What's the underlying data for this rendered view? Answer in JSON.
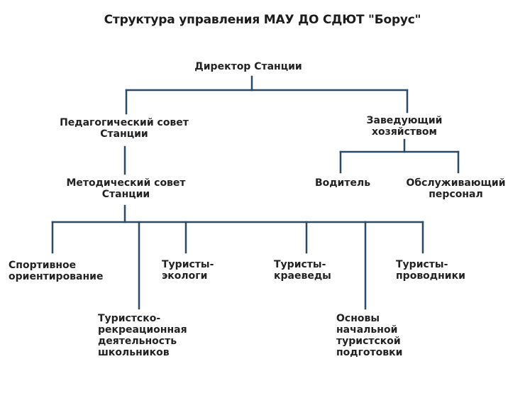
{
  "title": "Структура управления МАУ ДО СДЮТ \"Борус\"",
  "colors": {
    "line": "#2a4a66",
    "text": "#222222"
  },
  "nodes": {
    "director": "Директор Станции",
    "pedagogical_council": "Педагогический  совет\nСтанции",
    "facility_manager": "Заведующий\nхозяйством",
    "methodical_council": "Методический совет\nСтанции",
    "driver": "Водитель",
    "service_staff": "Обслуживающий\nперсонал",
    "sport_orienteering": "Спортивное\nориентирование",
    "tourist_recreation": "Туристско-\nрекреационная\nдеятельность\nшкольников",
    "tourist_ecologists": "Туристы-\nэкологи",
    "tourist_local_historians": "Туристы-\nкраеведы",
    "basic_tourist_training": "Основы\nначальной\nтуристской\nподготовки",
    "tourist_guides": "Туристы-\nпроводники"
  }
}
